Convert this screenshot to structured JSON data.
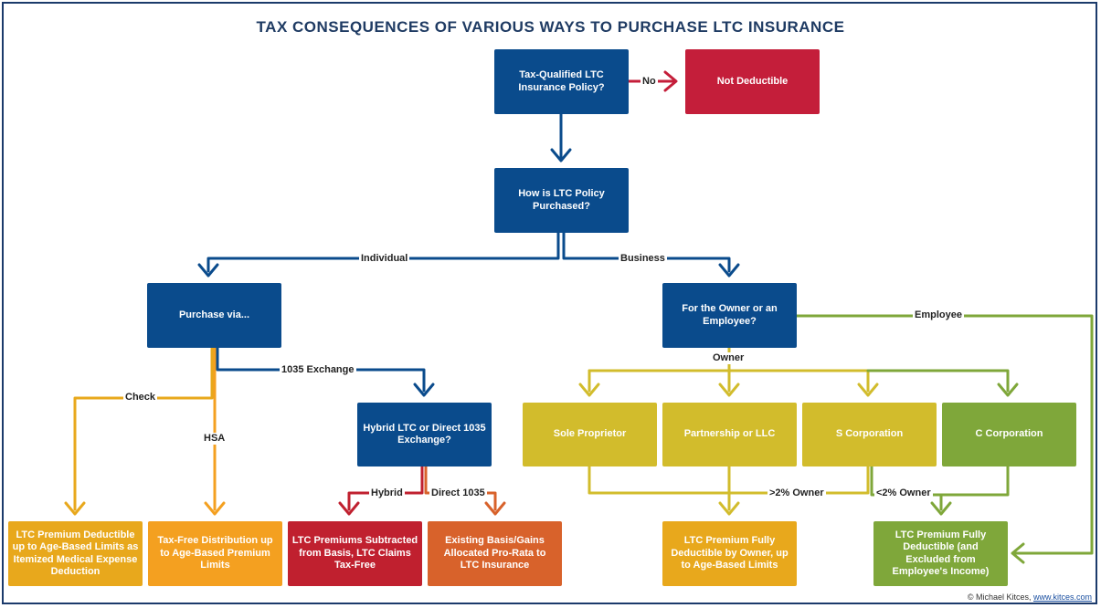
{
  "title": "TAX CONSEQUENCES OF VARIOUS WAYS TO PURCHASE LTC INSURANCE",
  "colors": {
    "navy": "#0a4b8c",
    "red": "#c41e3a",
    "olive": "#d2bc2c",
    "green": "#7fa73a",
    "amber": "#e8a81c",
    "orange": "#f4a020",
    "rust": "#d8622b"
  },
  "nodes": {
    "tax_qualified": "Tax-Qualified LTC Insurance Policy?",
    "not_deductible": "Not Deductible",
    "how_purchased": "How is LTC Policy Purchased?",
    "purchase_via": "Purchase via...",
    "owner_or_employee": "For the Owner or an Employee?",
    "hybrid_or_1035": "Hybrid LTC or Direct 1035 Exchange?",
    "sole_proprietor": "Sole Proprietor",
    "partnership_llc": "Partnership or LLC",
    "s_corporation": "S Corporation",
    "c_corporation": "C Corporation",
    "itemized_deduction": "LTC Premium Deductible up to Age-Based Limits as Itemized Medical Expense Deduction",
    "tax_free_distribution": "Tax-Free Distribution up to Age-Based Premium Limits",
    "premiums_subtracted": "LTC Premiums Subtracted from Basis, LTC Claims Tax-Free",
    "basis_allocated": "Existing Basis/Gains Allocated Pro-Rata to LTC Insurance",
    "owner_deductible": "LTC Premium Fully Deductible by Owner, up to Age-Based Limits",
    "fully_deductible_excluded": "LTC Premium Fully Deductible (and Excluded from Employee's Income)"
  },
  "edges": {
    "no": "No",
    "individual": "Individual",
    "business": "Business",
    "employee": "Employee",
    "owner": "Owner",
    "exchange_1035": "1035 Exchange",
    "check": "Check",
    "hsa": "HSA",
    "hybrid": "Hybrid",
    "direct_1035": "Direct 1035",
    "gt2_owner": ">2% Owner",
    "lt2_owner": "<2% Owner"
  },
  "footer": {
    "credit": "© Michael Kitces,",
    "link": "www.kitces.com"
  }
}
